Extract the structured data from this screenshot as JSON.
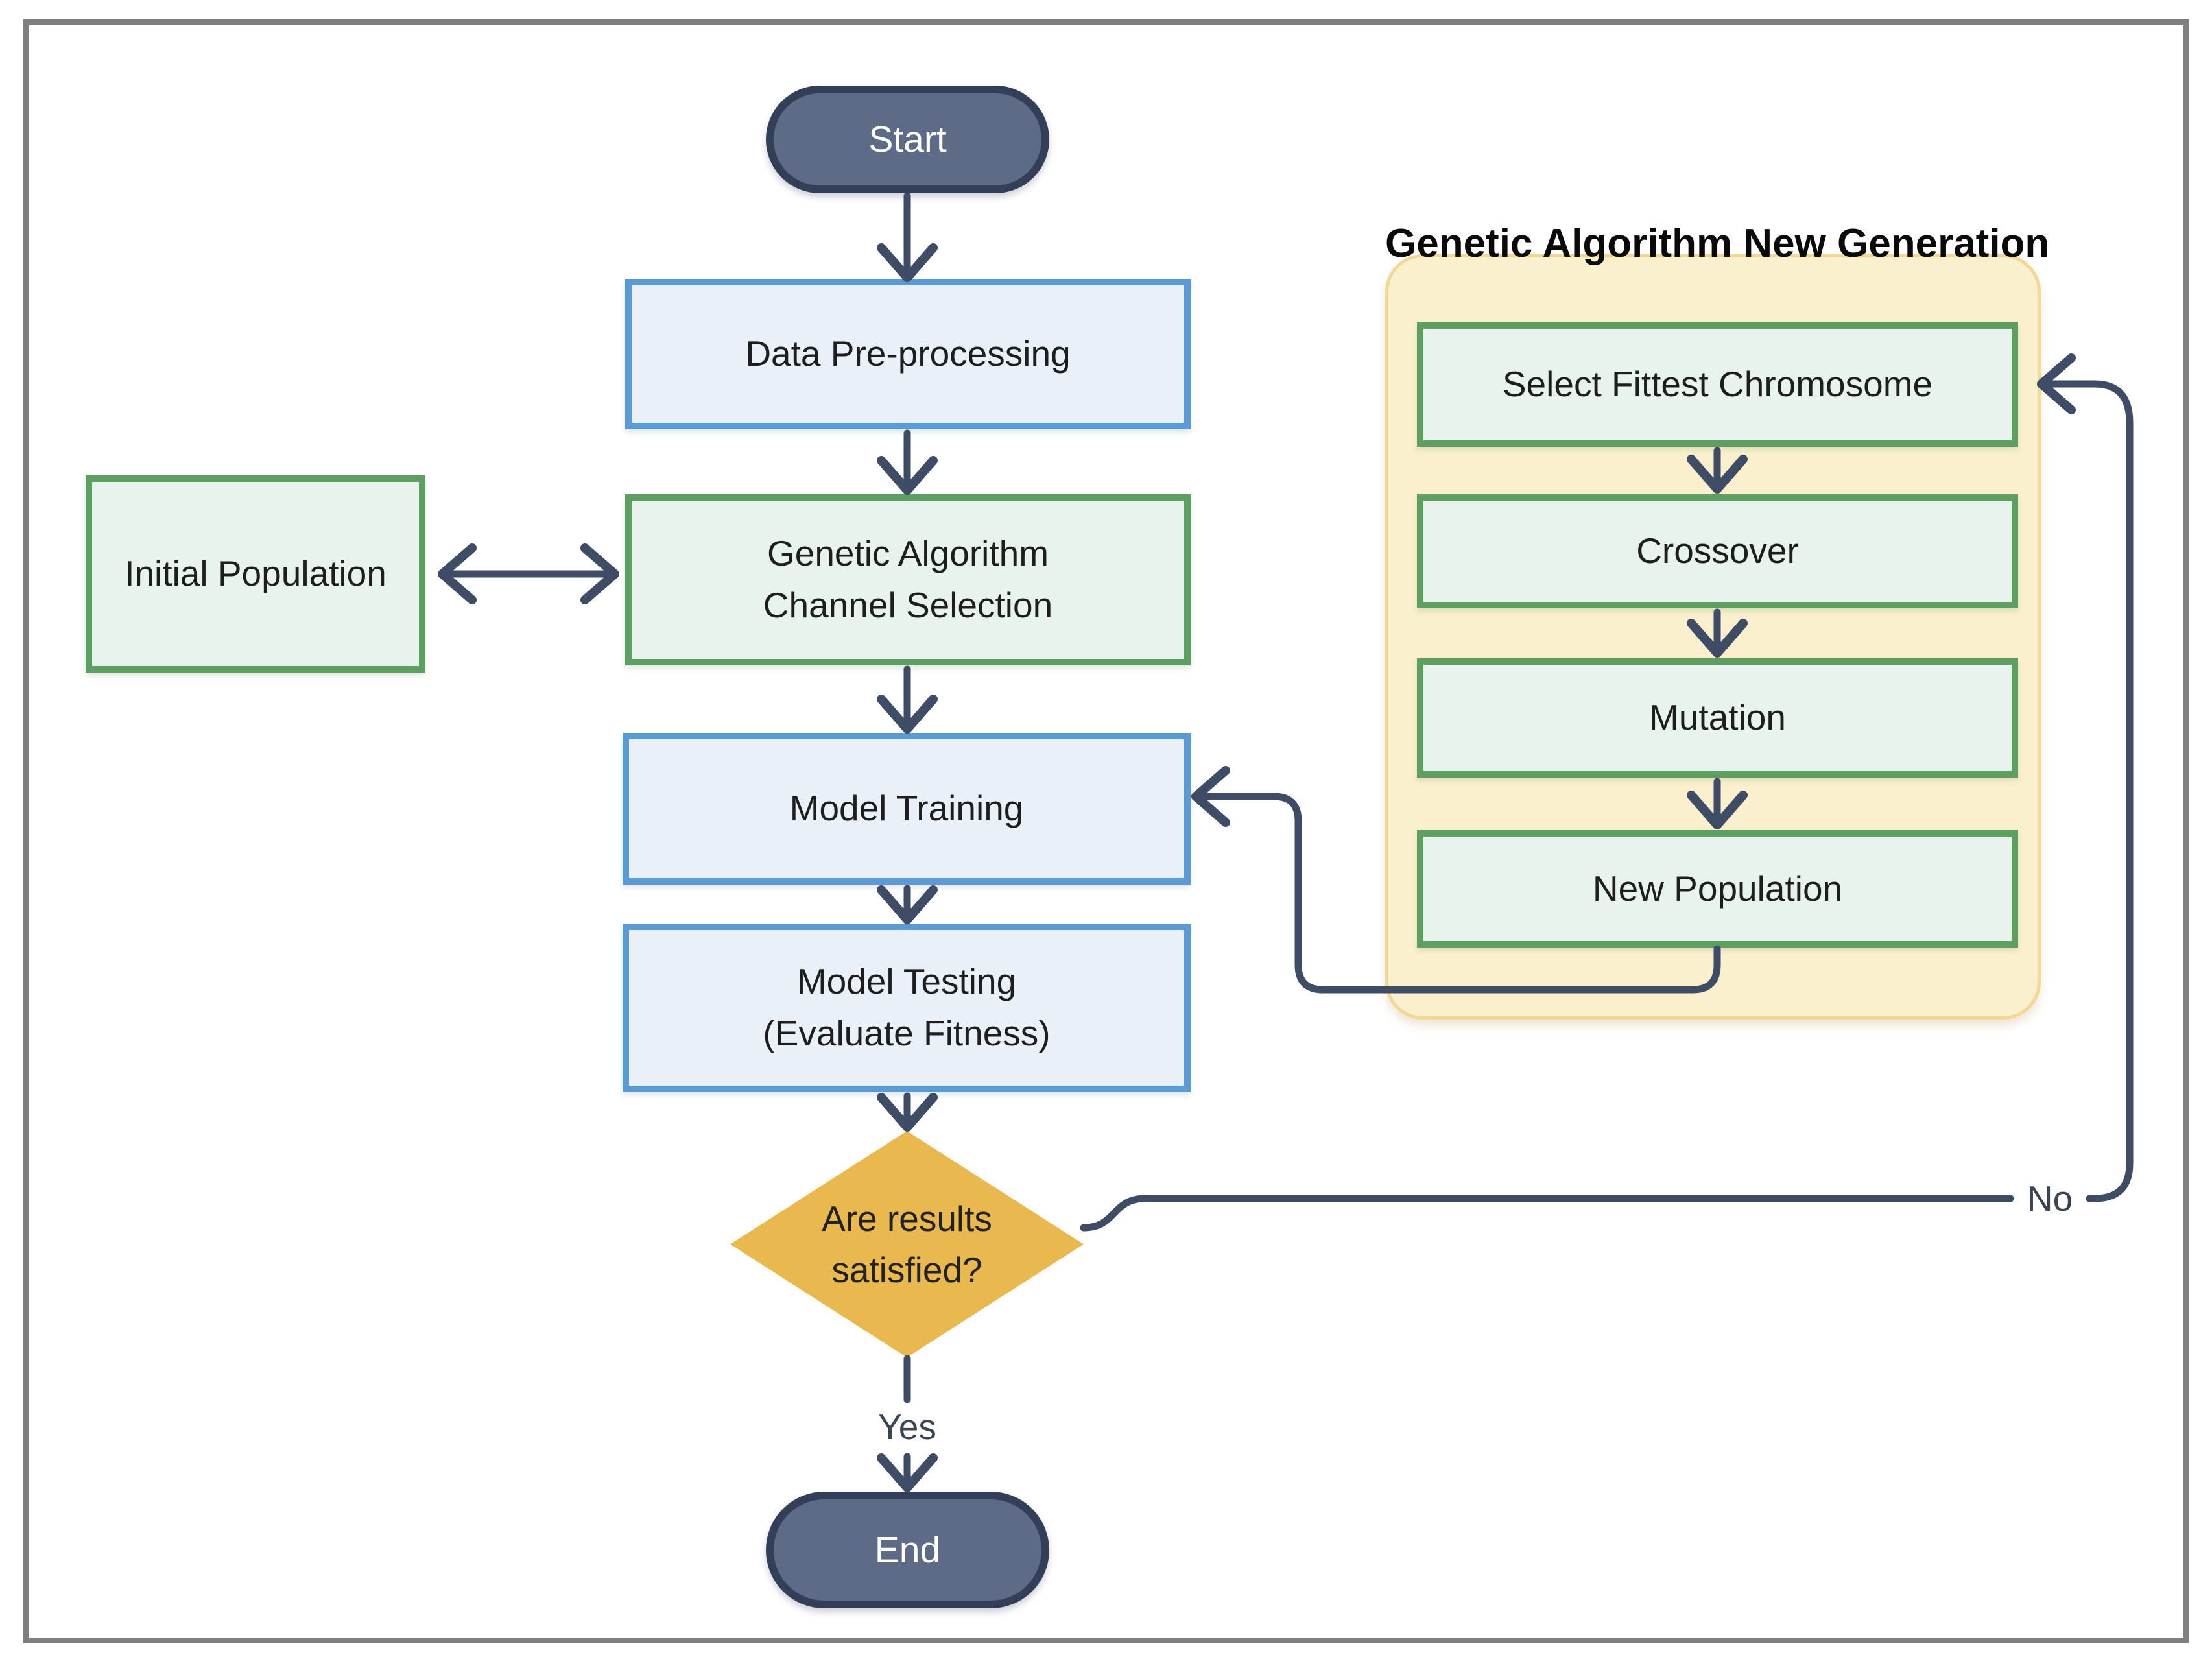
{
  "diagram": {
    "panel_title": "Genetic Algorithm New Generation",
    "nodes": {
      "start": {
        "label": "Start"
      },
      "data_preprocessing": {
        "label": "Data Pre-processing"
      },
      "initial_population": {
        "label": "Initial Population"
      },
      "ga_channel_selection": {
        "label_line1": "Genetic Algorithm",
        "label_line2": "Channel Selection"
      },
      "model_training": {
        "label": "Model Training"
      },
      "model_testing": {
        "label_line1": "Model Testing",
        "label_line2": "(Evaluate Fitness)"
      },
      "decision": {
        "label_line1": "Are results",
        "label_line2": "satisfied?"
      },
      "end": {
        "label": "End"
      },
      "select_fittest": {
        "label": "Select Fittest Chromosome"
      },
      "crossover": {
        "label": "Crossover"
      },
      "mutation": {
        "label": "Mutation"
      },
      "new_population": {
        "label": "New Population"
      }
    },
    "edges": {
      "yes_label": "Yes",
      "no_label": "No"
    },
    "colors": {
      "process_blue_fill": "#E9F0F8",
      "process_blue_border": "#5B9BD5",
      "ga_green_fill": "#E7F3EC",
      "ga_green_border": "#5C9F61",
      "panel_fill": "#FBF0CE",
      "panel_border": "#F3D795",
      "terminal_fill": "#5D6B86",
      "terminal_border": "#333F58",
      "decision_fill": "#E9B84E",
      "connector": "#3F4C66",
      "page_frame": "#7F7F7F"
    }
  }
}
